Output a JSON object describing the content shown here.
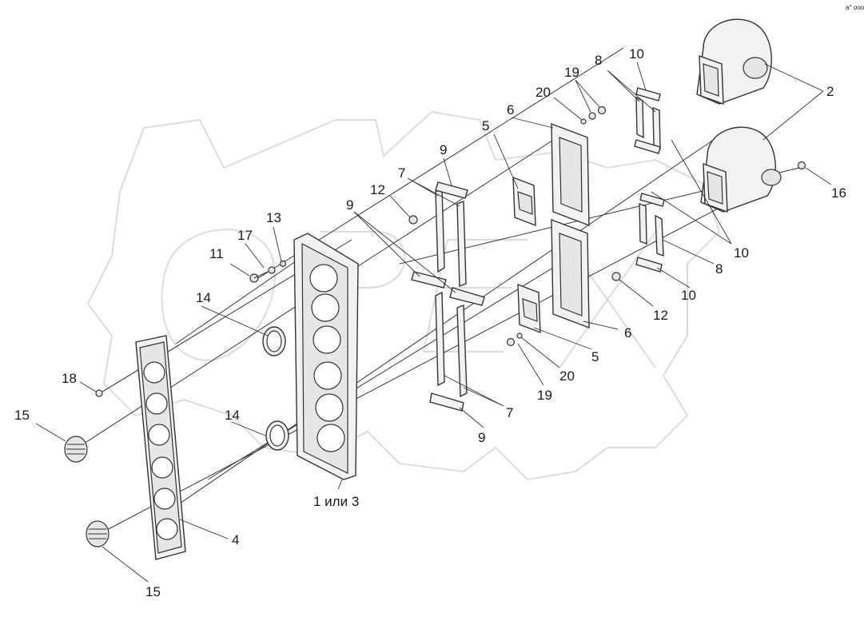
{
  "corner_mark": "a° ooo",
  "callouts": {
    "c1": "1 или 3",
    "c2": "2",
    "c4": "4",
    "c5a": "5",
    "c5b": "5",
    "c6a": "6",
    "c6b": "6",
    "c7a": "7",
    "c7b": "7",
    "c8a": "8",
    "c8b": "8",
    "c9a": "9",
    "c9b": "9",
    "c9c": "9",
    "c10a": "10",
    "c10b": "10",
    "c10c": "10",
    "c11": "11",
    "c12a": "12",
    "c12b": "12",
    "c13": "13",
    "c14a": "14",
    "c14b": "14",
    "c15a": "15",
    "c15b": "15",
    "c16": "16",
    "c17": "17",
    "c18": "18",
    "c19a": "19",
    "c19b": "19",
    "c20a": "20",
    "c20b": "20"
  },
  "watermark_logo": "OPEX"
}
